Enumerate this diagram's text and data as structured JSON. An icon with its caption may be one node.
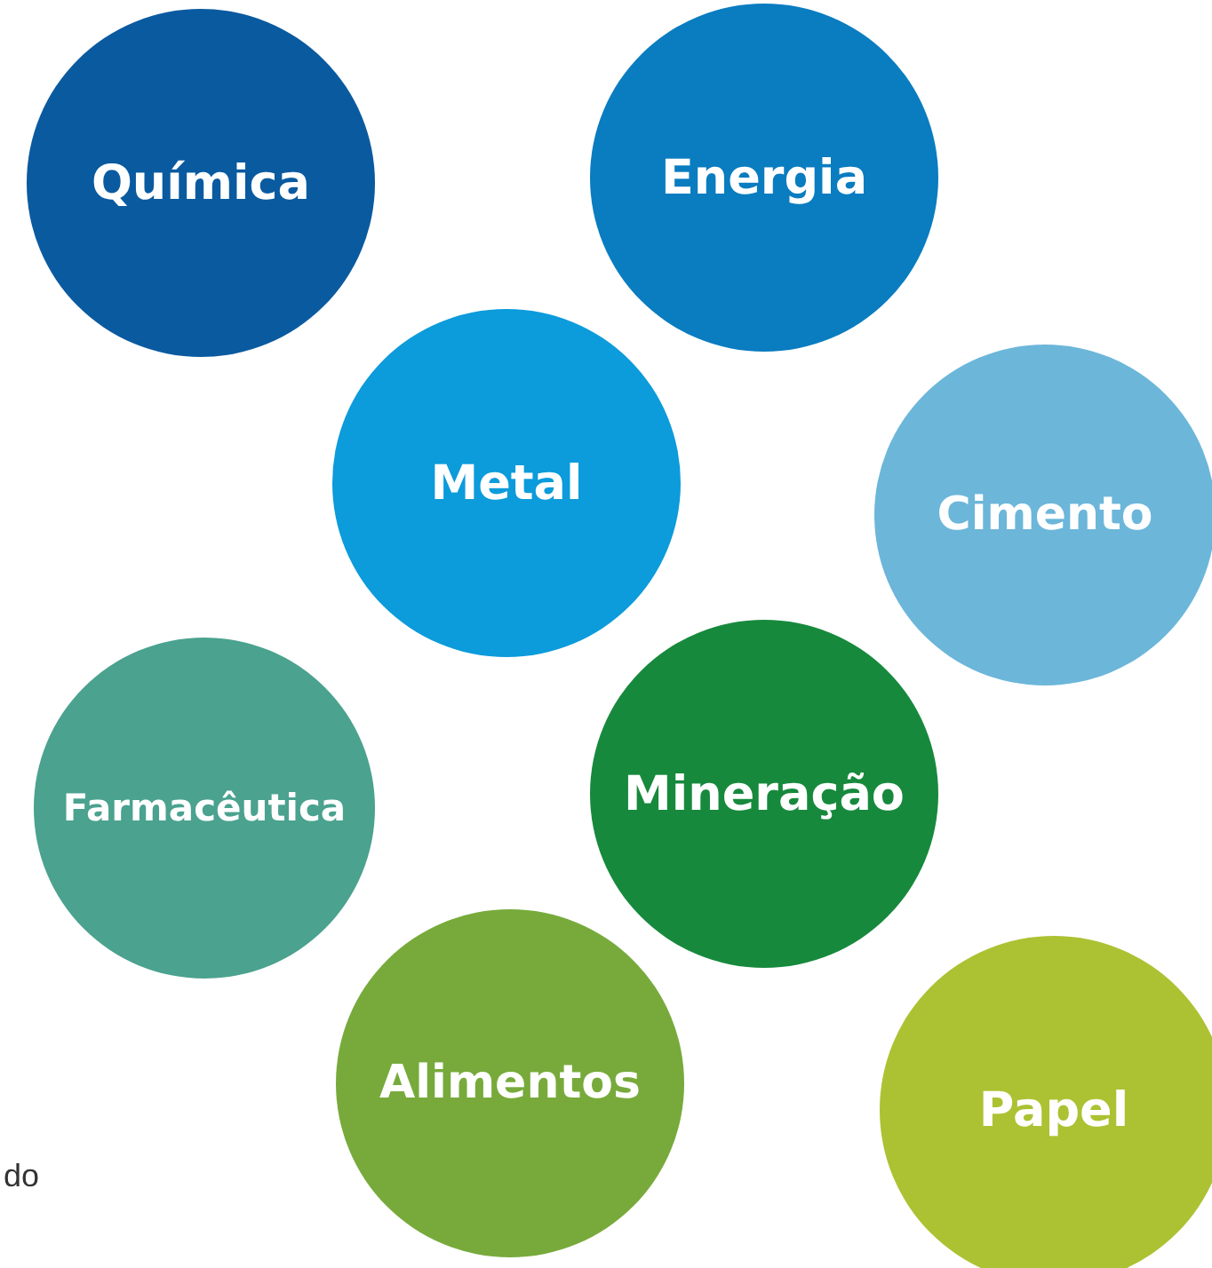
{
  "diagram": {
    "nodes": [
      {
        "text": [
          "Química"
        ]
      },
      {
        "text": [
          "Energia"
        ]
      },
      {
        "text": [
          "Metal"
        ]
      },
      {
        "text": [
          "Cimento"
        ]
      },
      {
        "text": [
          "Farmacêutica"
        ]
      },
      {
        "text": [
          "Mineração"
        ]
      },
      {
        "text": [
          "Alimentos"
        ]
      },
      {
        "text": [
          "Papel"
        ]
      }
    ],
    "labels": [
      "do"
    ]
  }
}
